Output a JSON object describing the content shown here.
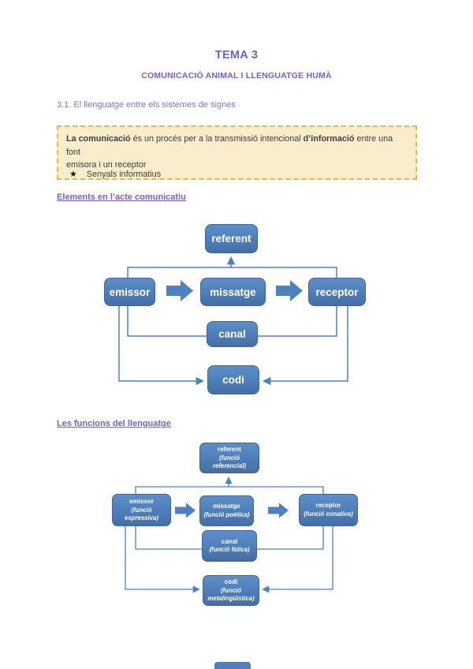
{
  "document": {
    "title": "TEMA 3",
    "subtitle": "COMUNICACIÓ ANIMAL I LLENGUATGE HUMÀ",
    "section": "3.1. El llenguatge entre els sistemes de signes",
    "definition": {
      "bold1": "La comunicació",
      "text1": " és un procés per a la transmissió intencional ",
      "bold2": "d’informació",
      "text2": " entre una font",
      "text3": "emisora i un receptor"
    },
    "bullet": {
      "marker": "★",
      "label": "Senyals informatius"
    },
    "headings": {
      "elements": "Elements en l’acte comunicatiu",
      "functions": "Les funcions del llenguatge"
    }
  },
  "diagram1": {
    "referent": "referent",
    "emissor": "emissor",
    "missatge": "missatge",
    "receptor": "receptor",
    "canal": "canal",
    "codi": "codi"
  },
  "diagram2": {
    "referent": {
      "name": "referent",
      "func": "(funció referencial)"
    },
    "emissor": {
      "name": "emissor",
      "func": "(funció expressiva)"
    },
    "missatge": {
      "name": "missatge",
      "func": "(funció poètica)"
    },
    "receptor": {
      "name": "receptor",
      "func": "(funció conativa)"
    },
    "canal": {
      "name": "canal",
      "func": "(funció fàtica)"
    },
    "codi": {
      "name": "codi",
      "func": "(funció metalingüística)"
    }
  },
  "colors": {
    "heading_purple": "#7561c4",
    "box_blue": "#4f81bd",
    "highlight_bg": "#f9edcb",
    "highlight_border": "#e8b74a"
  }
}
